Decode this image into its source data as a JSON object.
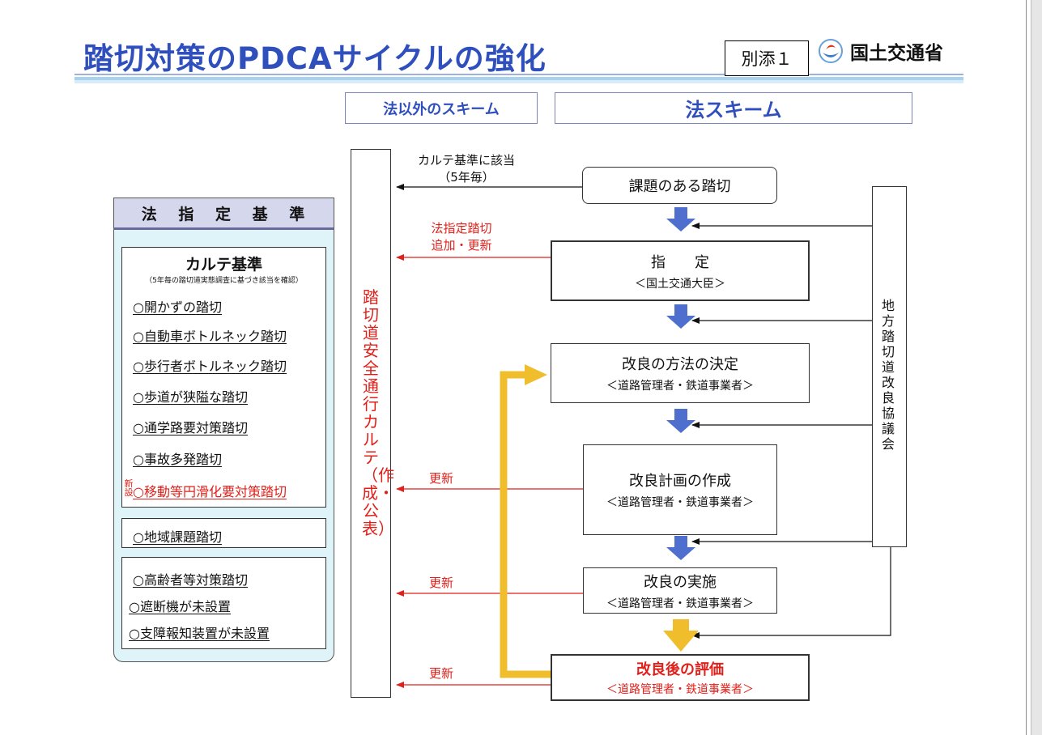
{
  "header": {
    "title": "踏切対策のPDCAサイクルの強化",
    "annex_label": "別添１",
    "ministry": "国土交通省"
  },
  "schemes": {
    "non_legal": "法以外のスキーム",
    "legal": "法スキーム"
  },
  "criteria_panel": {
    "title": "法 指 定 基 準",
    "karte_title": "カルテ基準",
    "karte_note": "（5年毎の踏切道実態調査に基づき該当を確認）",
    "karte_items": [
      "○開かずの踏切",
      "○自動車ボトルネック踏切",
      "○歩行者ボトルネック踏切",
      "○歩道が狭隘な踏切",
      "○通学路要対策踏切",
      "○事故多発踏切"
    ],
    "new_mark": "新設",
    "new_item": "○移動等円滑化要対策踏切",
    "regional_item": "○地域課題踏切",
    "other_items": [
      "○高齢者等対策踏切",
      "○遮断機が未設置",
      "○支障報知装置が未設置"
    ]
  },
  "karte_column": {
    "label": "踏切道安全通行カルテ（作成・公表）"
  },
  "flow": {
    "step1": {
      "title": "課題のある踏切"
    },
    "step2": {
      "title": "指　　定",
      "sub": "＜国土交通大臣＞"
    },
    "step3": {
      "title": "改良の方法の決定",
      "sub": "＜道路管理者・鉄道事業者＞"
    },
    "step4": {
      "title": "改良計画の作成",
      "sub": "＜道路管理者・鉄道事業者＞"
    },
    "step5": {
      "title": "改良の実施",
      "sub": "＜道路管理者・鉄道事業者＞"
    },
    "step6": {
      "title": "改良後の評価",
      "sub": "＜道路管理者・鉄道事業者＞"
    }
  },
  "council": {
    "label": "地方踏切道改良協議会"
  },
  "arrow_notes": {
    "karte_match_line1": "カルテ基準に該当",
    "karte_match_line2": "（5年毎）",
    "designated_line1": "法指定踏切",
    "designated_line2": "追加・更新",
    "update": "更新"
  },
  "colors": {
    "title_blue": "#2f4fbd",
    "red": "#e0201a",
    "flow_arrow_blue": "#4f6fcf",
    "cycle_yellow": "#f0be2c",
    "panel_bg": "#dff4f8"
  }
}
